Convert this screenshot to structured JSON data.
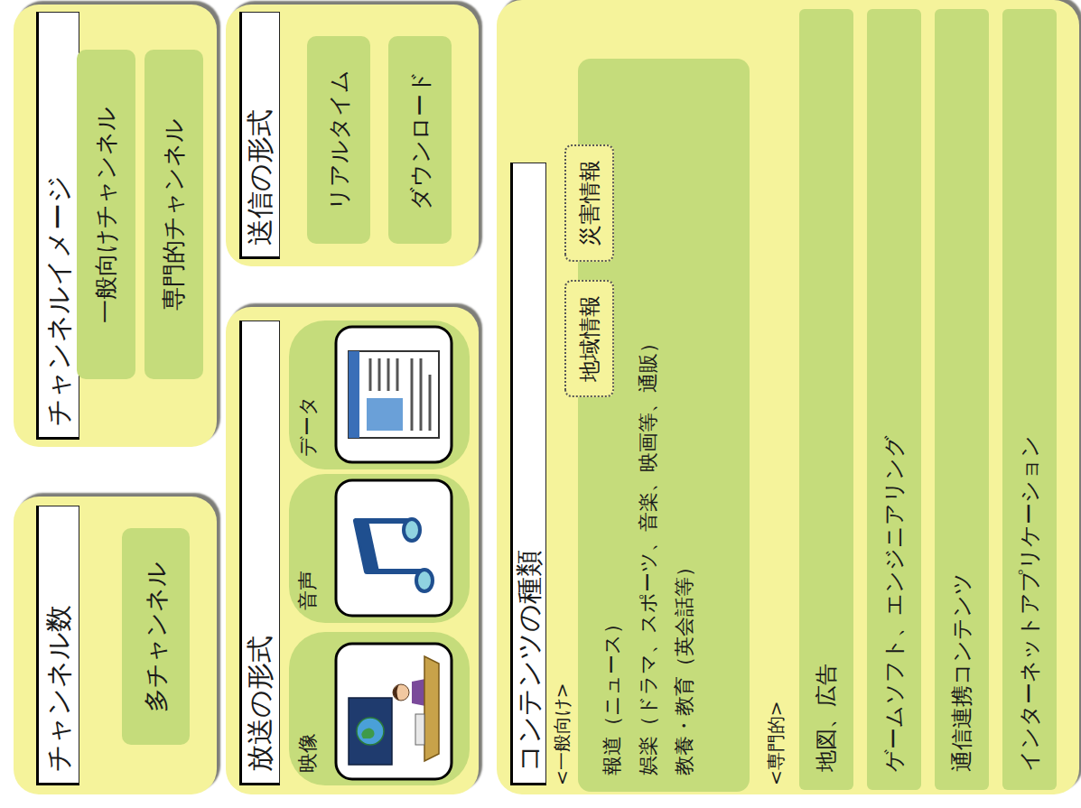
{
  "diagram": {
    "nodes": [
      {
        "text": [
          "チャンネル数"
        ]
      },
      {
        "text": [
          "多チャンネル"
        ],
        "in": 0
      },
      {
        "text": [
          "チャンネルイメージ"
        ]
      },
      {
        "text": [
          "一般向けチャンネル"
        ],
        "in": 2
      },
      {
        "text": [
          "専門的チャンネル"
        ],
        "in": 2
      },
      {
        "text": [
          "放送の形式"
        ]
      },
      {
        "text": [
          "映像"
        ],
        "in": 5
      },
      {
        "text": [
          "音声"
        ],
        "in": 5
      },
      {
        "text": [
          "データ"
        ],
        "in": 5
      },
      {
        "text": [
          "送信の形式"
        ]
      },
      {
        "text": [
          "リアルタイム"
        ],
        "in": 9
      },
      {
        "text": [
          "ダウンロード"
        ],
        "in": 9
      },
      {
        "text": [
          "コンテンツの種類",
          "<一般向け>",
          "<専門的>"
        ]
      },
      {
        "text": [
          "報道（ニュース）",
          "娯楽（ドラマ、スポーツ、音楽、映画等、通販）",
          "教養・教育（英会話等）"
        ],
        "in": 12
      },
      {
        "text": [
          "地域情報"
        ],
        "in": 12
      },
      {
        "text": [
          "災害情報"
        ],
        "in": 12
      },
      {
        "text": [
          "地図、広告"
        ],
        "in": 12
      },
      {
        "text": [
          "ゲームソフト、エンジニアリング"
        ],
        "in": 12
      },
      {
        "text": [
          "通信連携コンテンツ"
        ],
        "in": 12
      },
      {
        "text": [
          "インターネットアプリケーション"
        ],
        "in": 12
      }
    ]
  }
}
